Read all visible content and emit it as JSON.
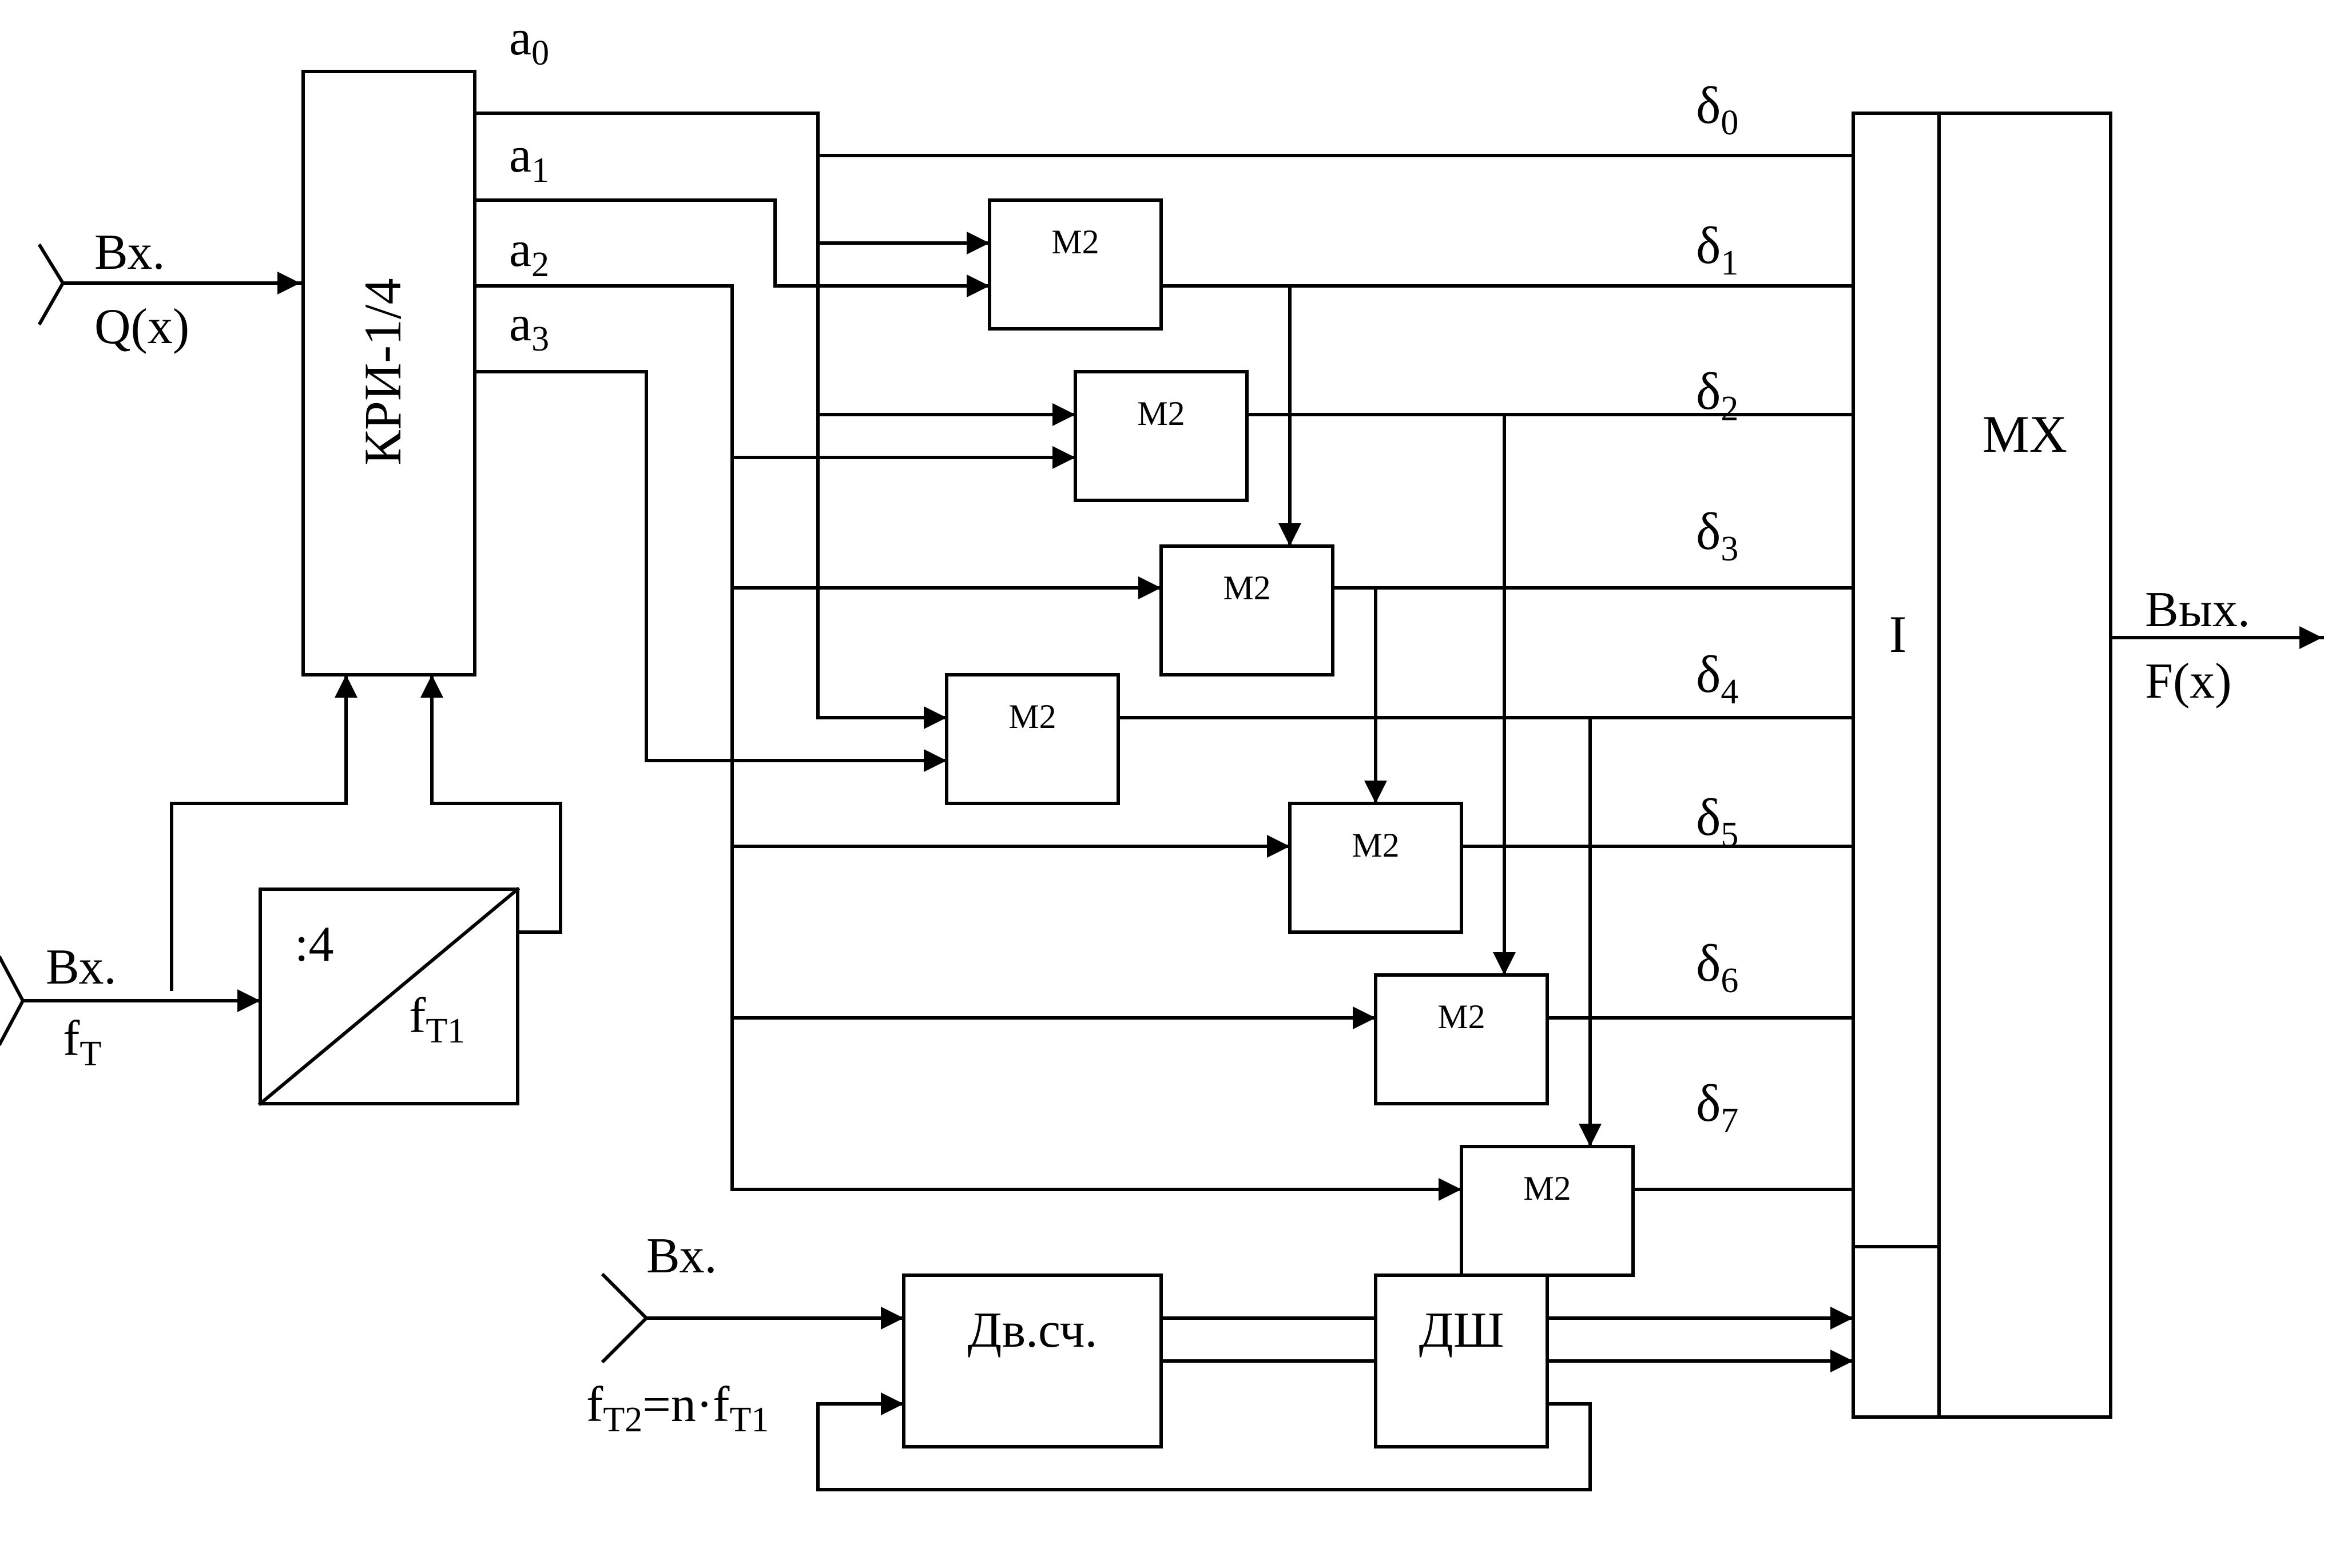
{
  "blocks": {
    "kri": {
      "label": "КРИ-1/4"
    },
    "divider": {
      "top_label": ":4",
      "out_main": "f",
      "out_sub": "T1"
    },
    "m2_label": "M2",
    "counter": {
      "label": "Дв.сч."
    },
    "decoder": {
      "label": "ДШ"
    },
    "i_block": {
      "label": "I"
    },
    "mx": {
      "label": "MX"
    }
  },
  "inputs": {
    "q": {
      "line1": "Вх.",
      "line2": "Q(x)"
    },
    "ft": {
      "line1": "Вх.",
      "line2_main": "f",
      "line2_sub": "T"
    },
    "ft2": {
      "line1": "Вх.",
      "line2_main_1": "f",
      "line2_sub_1": "T2",
      "line2_mid": "=n·f",
      "line2_sub_2": "T1"
    }
  },
  "output": {
    "line1": "Вых.",
    "line2": "F(x)"
  },
  "kri_outputs": [
    {
      "main": "a",
      "sub": "0"
    },
    {
      "main": "a",
      "sub": "1"
    },
    {
      "main": "a",
      "sub": "2"
    },
    {
      "main": "a",
      "sub": "3"
    }
  ],
  "deltas": [
    {
      "main": "δ",
      "sub": "0"
    },
    {
      "main": "δ",
      "sub": "1"
    },
    {
      "main": "δ",
      "sub": "2"
    },
    {
      "main": "δ",
      "sub": "3"
    },
    {
      "main": "δ",
      "sub": "4"
    },
    {
      "main": "δ",
      "sub": "5"
    },
    {
      "main": "δ",
      "sub": "6"
    },
    {
      "main": "δ",
      "sub": "7"
    }
  ]
}
